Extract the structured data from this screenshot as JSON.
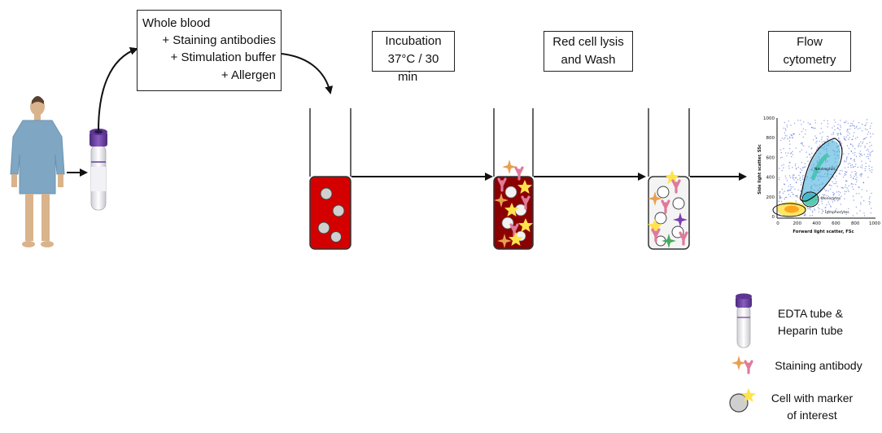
{
  "steps": {
    "whole_blood": {
      "line1": "Whole blood",
      "line2": "+ Staining antibodies",
      "line3": "+ Stimulation buffer",
      "line4": "+ Allergen"
    },
    "incubation": {
      "line1": "Incubation",
      "line2": "37°C / 30",
      "line3": "min"
    },
    "lysis": {
      "line1": "Red cell lysis",
      "line2": "and Wash"
    },
    "flow": {
      "line1": "Flow",
      "line2": "cytometry"
    }
  },
  "plot": {
    "ylabel": "Side light scatter, SSc",
    "xlabel": "Forward light scatter, FSc",
    "yticks": [
      "1000",
      "800",
      "600",
      "400",
      "200",
      "0"
    ],
    "xticks": [
      "0",
      "200",
      "400",
      "600",
      "800",
      "1000"
    ],
    "gates": {
      "neutrophils": "Neutrophils",
      "monocytes": "Monocytes",
      "lymphocytes": "Lymphocytes"
    }
  },
  "legend": {
    "tube_line1": "EDTA tube &",
    "tube_line2": "Heparin tube",
    "antibody": "Staining antibody",
    "cell_line1": "Cell with marker",
    "cell_line2": "of interest"
  },
  "colors": {
    "blood_red": "#d40000",
    "dark_blood": "#8b0000",
    "tube_cap": "#6a3d9a",
    "gown": "#7fa7c4",
    "skin": "#d9b38c",
    "plot_blue": "#3050d0"
  }
}
